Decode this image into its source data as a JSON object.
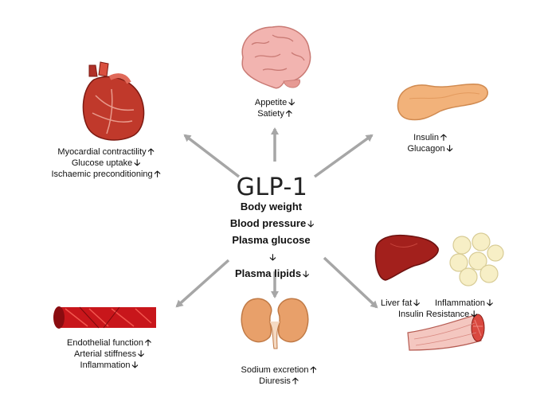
{
  "center": {
    "title": "GLP-1",
    "effects": [
      {
        "text": "Body weight",
        "arrow": ""
      },
      {
        "text": "Blood pressure",
        "arrow": "🡣"
      },
      {
        "text": "Plasma glucose",
        "arrow": ""
      },
      {
        "text": "",
        "arrow": "🡣"
      },
      {
        "text": "Plasma lipids",
        "arrow": "🡣"
      }
    ]
  },
  "brain": {
    "lines": [
      {
        "text": "Appetite",
        "arrow": "🡣"
      },
      {
        "text": "Satiety",
        "arrow": "🡡"
      }
    ]
  },
  "heart": {
    "lines": [
      {
        "text": "Myocardial contractility",
        "arrow": "🡡"
      },
      {
        "text": "Glucose uptake",
        "arrow": "🡣"
      },
      {
        "text": "Ischaemic preconditioning",
        "arrow": "🡡"
      }
    ]
  },
  "pancreas": {
    "lines": [
      {
        "text": "Insulin",
        "arrow": "🡡"
      },
      {
        "text": "Glucagon",
        "arrow": "🡣"
      }
    ]
  },
  "vessel": {
    "lines": [
      {
        "text": "Endothelial function",
        "arrow": "🡡"
      },
      {
        "text": "Arterial stiffness",
        "arrow": "🡣"
      },
      {
        "text": "Inflammation",
        "arrow": "🡣"
      }
    ]
  },
  "kidney": {
    "lines": [
      {
        "text": "Sodium excretion",
        "arrow": "🡡"
      },
      {
        "text": "Diuresis",
        "arrow": "🡡"
      }
    ]
  },
  "liver_fat_muscle": {
    "liver_fat": {
      "text": "Liver fat",
      "arrow": "🡣"
    },
    "inflammation": {
      "text": "Inflammation",
      "arrow": "🡣"
    },
    "insulin_resistance": {
      "text": "Insulin Resistance",
      "arrow": "🡣"
    }
  },
  "colors": {
    "arrow_gray": "#a6a6a6",
    "heart_red": "#c0392b",
    "liver_red": "#a3201c",
    "pancreas_orange": "#f2b27a",
    "kidney_orange": "#e8a06a",
    "brain_pink": "#f2b4b0",
    "fat_yellow": "#f7efc6",
    "vessel_red": "#c8161b"
  },
  "icons": [
    "heart-icon",
    "brain-icon",
    "pancreas-icon",
    "blood-vessel-icon",
    "kidney-icon",
    "liver-icon",
    "adipose-icon",
    "muscle-icon"
  ]
}
